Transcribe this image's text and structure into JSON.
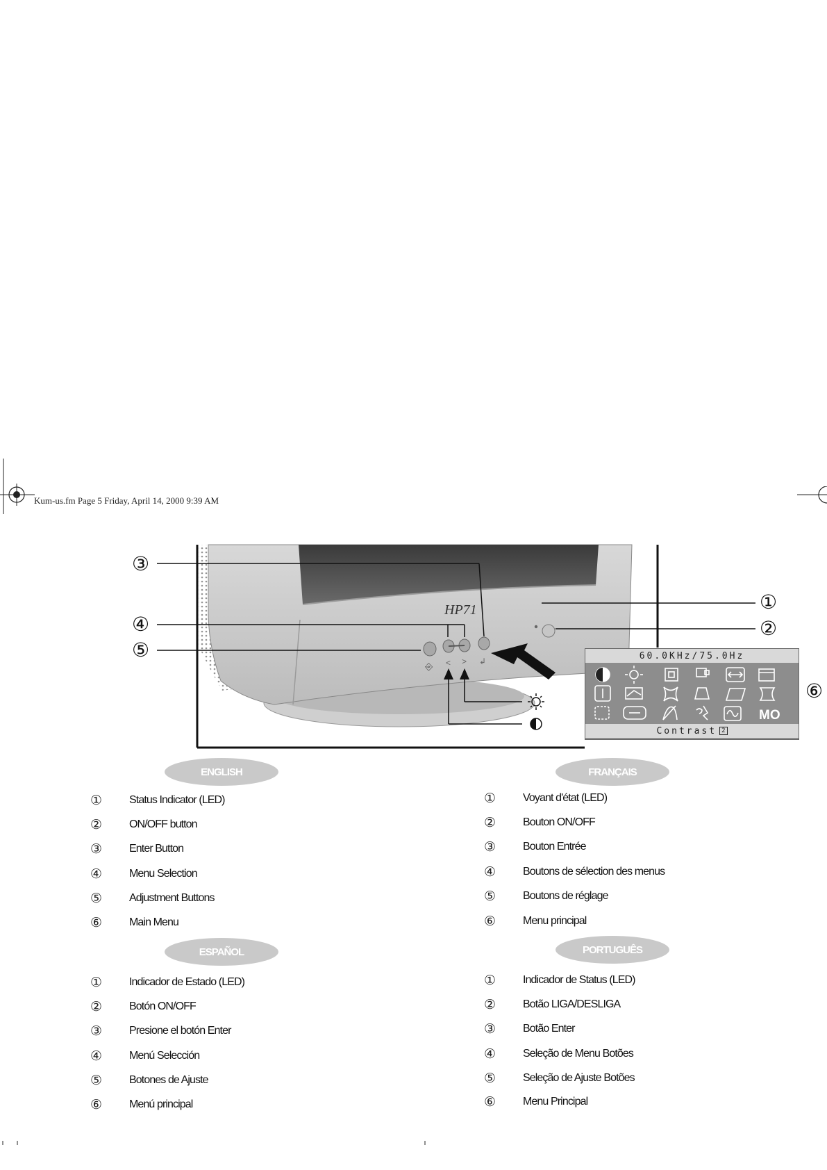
{
  "header": {
    "file_info": "Kum-us.fm  Page 5  Friday, April 14, 2000  9:39 AM"
  },
  "figure": {
    "monitor_model": "HP71",
    "callouts": [
      "③",
      "④",
      "⑤",
      "①",
      "②",
      "⑥"
    ],
    "osd": {
      "frequency": "60.0KHz/75.0Hz",
      "status": "Contrast",
      "value_box": "2",
      "mo_label": "MO"
    }
  },
  "sections": [
    {
      "title": "ENGLISH",
      "items": [
        {
          "num": "①",
          "text": "Status Indicator (LED)"
        },
        {
          "num": "②",
          "text": "ON/OFF button"
        },
        {
          "num": "③",
          "text": "Enter Button"
        },
        {
          "num": "④",
          "text": "Menu Selection"
        },
        {
          "num": "⑤",
          "text": "Adjustment Buttons"
        },
        {
          "num": "⑥",
          "text": "Main Menu"
        }
      ]
    },
    {
      "title": "FRANÇAIS",
      "items": [
        {
          "num": "①",
          "text": "Voyant d'état (LED)"
        },
        {
          "num": "②",
          "text": "Bouton ON/OFF"
        },
        {
          "num": "③",
          "text": "Bouton Entrée"
        },
        {
          "num": "④",
          "text": "Boutons de sélection des menus"
        },
        {
          "num": "⑤",
          "text": "Boutons de réglage"
        },
        {
          "num": "⑥",
          "text": "Menu principal"
        }
      ]
    },
    {
      "title": "ESPAÑOL",
      "items": [
        {
          "num": "①",
          "text": "Indicador de Estado (LED)"
        },
        {
          "num": "②",
          "text": "Botón ON/OFF"
        },
        {
          "num": "③",
          "text": "Presione el botón Enter"
        },
        {
          "num": "④",
          "text": "Menú Selección"
        },
        {
          "num": "⑤",
          "text": "Botones de Ajuste"
        },
        {
          "num": "⑥",
          "text": "Menú principal"
        }
      ]
    },
    {
      "title": "PORTUGUÊS",
      "items": [
        {
          "num": "①",
          "text": "Indicador de Status (LED)"
        },
        {
          "num": "②",
          "text": "Botão LIGA/DESLIGA"
        },
        {
          "num": "③",
          "text": "Botão Enter"
        },
        {
          "num": "④",
          "text": "Seleção de Menu Botões"
        },
        {
          "num": "⑤",
          "text": "Seleção de Ajuste Botões"
        },
        {
          "num": "⑥",
          "text": "Menu Principal"
        }
      ]
    }
  ]
}
